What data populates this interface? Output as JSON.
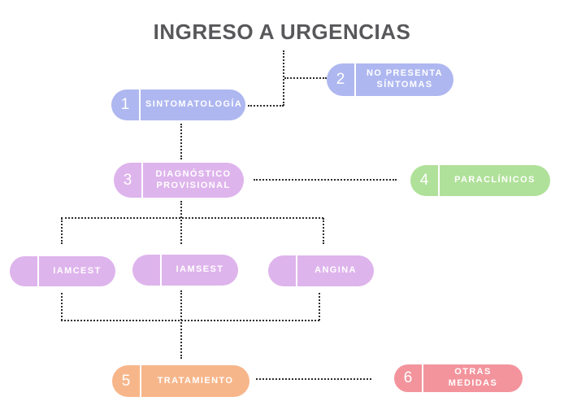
{
  "title": "INGRESO A URGENCIAS",
  "colors": {
    "periwinkle": "#aeb7f0",
    "purple": "#deb4ec",
    "green": "#b0e19a",
    "orange": "#f7b68a",
    "pink": "#f3949c",
    "title_text": "#58585b",
    "line": "#2d2d2d"
  },
  "nodes": [
    {
      "number": "1",
      "label": "SINTOMATOLOGÍA"
    },
    {
      "number": "2",
      "label": "NO PRESENTA SÍNTOMAS"
    },
    {
      "number": "3",
      "label": "DIAGNÓSTICO PROVISIONAL"
    },
    {
      "number": "4",
      "label": "PARACLÍNICOS"
    },
    {
      "number": "",
      "label": "IAMCEST"
    },
    {
      "number": "",
      "label": "IAMSEST"
    },
    {
      "number": "",
      "label": "ANGINA"
    },
    {
      "number": "5",
      "label": "TRATAMIENTO"
    },
    {
      "number": "6",
      "label": "OTRAS MEDIDAS"
    }
  ]
}
